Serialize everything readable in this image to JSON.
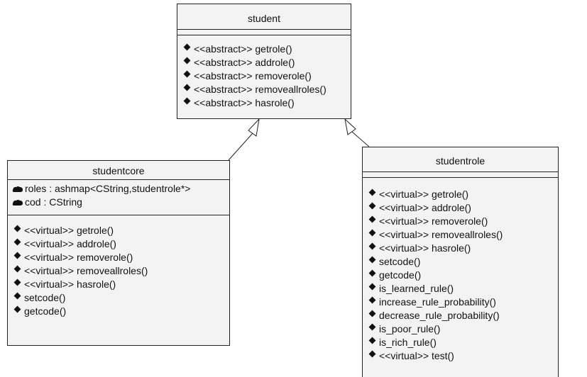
{
  "classes": {
    "student": {
      "name": "student",
      "operations": [
        "<<abstract>> getrole()",
        "<<abstract>> addrole()",
        "<<abstract>> removerole()",
        "<<abstract>> removeallroles()",
        "<<abstract>> hasrole()"
      ]
    },
    "studentcore": {
      "name": "studentcore",
      "attributes": [
        "roles : ashmap<CString,studentrole*>",
        "cod : CString"
      ],
      "operations": [
        "<<virtual>> getrole()",
        "<<virtual>> addrole()",
        "<<virtual>> removerole()",
        "<<virtual>> removeallroles()",
        "<<virtual>> hasrole()",
        "setcode()",
        "getcode()"
      ]
    },
    "studentrole": {
      "name": "studentrole",
      "operations": [
        "<<virtual>> getrole()",
        "<<virtual>> addrole()",
        "<<virtual>> removerole()",
        "<<virtual>> removeallroles()",
        "<<virtual>> hasrole()",
        "setcode()",
        "getcode()",
        "is_learned_rule()",
        "increase_rule_probability()",
        "decrease_rule_probability()",
        "is_poor_rule()",
        "is_rich_rule()",
        "<<virtual>> test()"
      ]
    }
  },
  "relations": [
    {
      "type": "generalization",
      "from": "studentcore",
      "to": "student"
    },
    {
      "type": "generalization",
      "from": "studentrole",
      "to": "student"
    }
  ]
}
